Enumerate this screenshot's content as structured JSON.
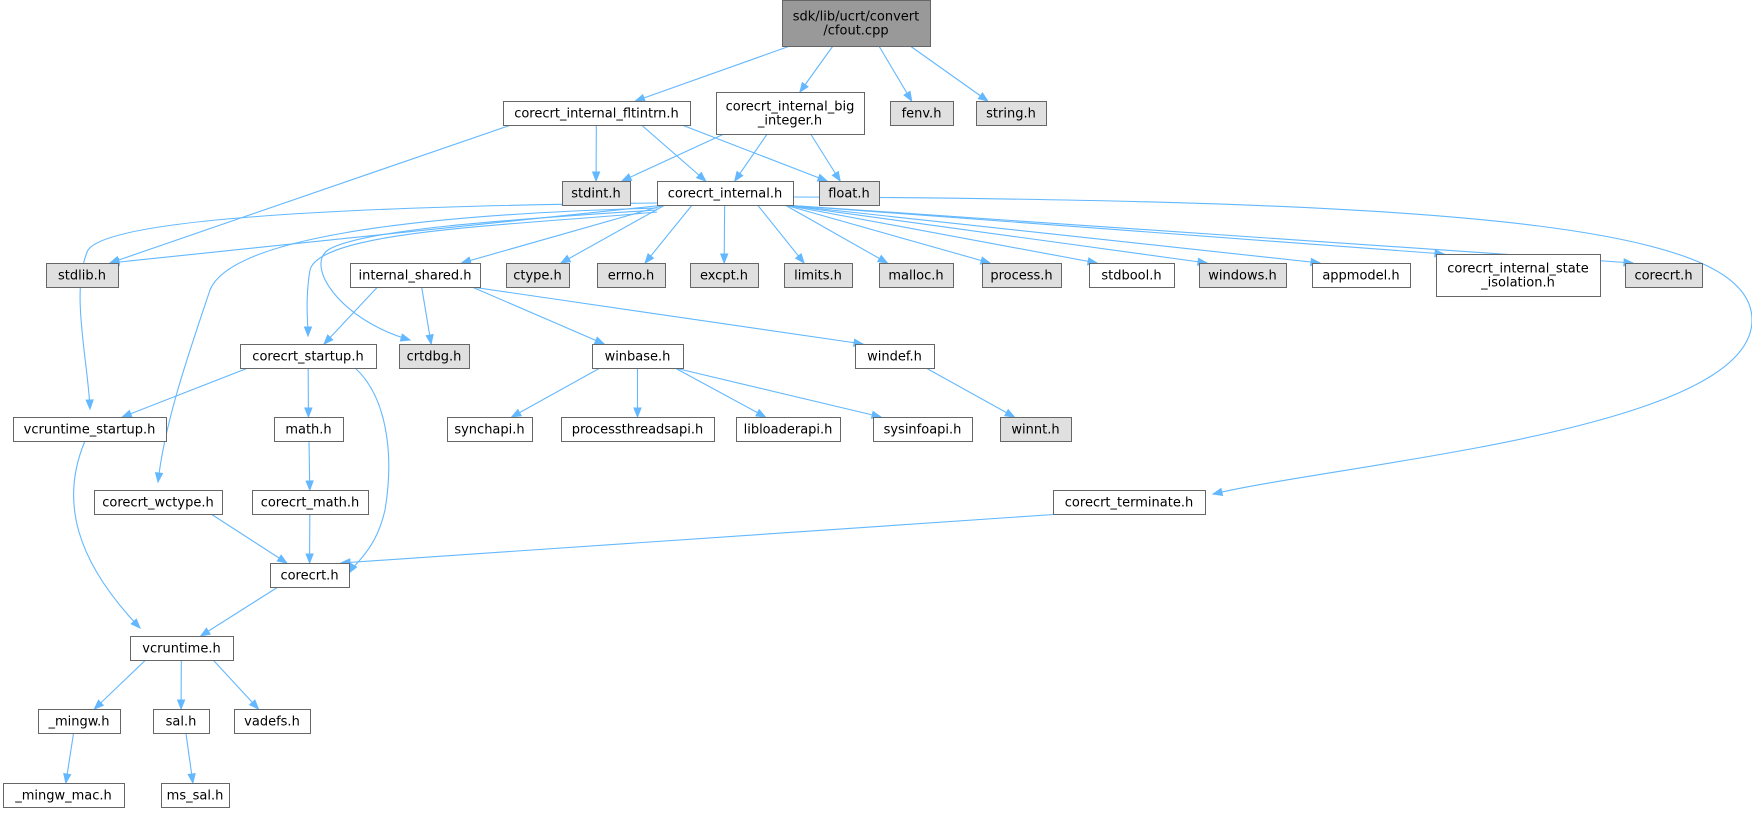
{
  "colors": {
    "root_fill": "#999999",
    "plain_fill": "#ffffff",
    "ext_fill": "#e0e0e0",
    "border": "#666666",
    "edge": "#63b8ff"
  },
  "nodes": [
    {
      "id": "root",
      "lines": [
        "sdk/lib/ucrt/convert",
        "/cfout.cpp"
      ],
      "style": "root"
    },
    {
      "id": "fltintrn",
      "lines": [
        "corecrt_internal_fltintrn.h"
      ],
      "style": "plain"
    },
    {
      "id": "big_integer",
      "lines": [
        "corecrt_internal_big",
        "_integer.h"
      ],
      "style": "plain"
    },
    {
      "id": "fenv",
      "lines": [
        "fenv.h"
      ],
      "style": "ext"
    },
    {
      "id": "string",
      "lines": [
        "string.h"
      ],
      "style": "ext"
    },
    {
      "id": "stdint",
      "lines": [
        "stdint.h"
      ],
      "style": "ext"
    },
    {
      "id": "corecrt_internal",
      "lines": [
        "corecrt_internal.h"
      ],
      "style": "plain"
    },
    {
      "id": "float",
      "lines": [
        "float.h"
      ],
      "style": "ext"
    },
    {
      "id": "stdlib",
      "lines": [
        "stdlib.h"
      ],
      "style": "ext"
    },
    {
      "id": "internal_shared",
      "lines": [
        "internal_shared.h"
      ],
      "style": "plain"
    },
    {
      "id": "ctype",
      "lines": [
        "ctype.h"
      ],
      "style": "ext"
    },
    {
      "id": "errno",
      "lines": [
        "errno.h"
      ],
      "style": "ext"
    },
    {
      "id": "excpt",
      "lines": [
        "excpt.h"
      ],
      "style": "ext"
    },
    {
      "id": "limits",
      "lines": [
        "limits.h"
      ],
      "style": "ext"
    },
    {
      "id": "malloc",
      "lines": [
        "malloc.h"
      ],
      "style": "ext"
    },
    {
      "id": "process",
      "lines": [
        "process.h"
      ],
      "style": "ext"
    },
    {
      "id": "stdbool",
      "lines": [
        "stdbool.h"
      ],
      "style": "plain"
    },
    {
      "id": "windows",
      "lines": [
        "windows.h"
      ],
      "style": "ext"
    },
    {
      "id": "appmodel",
      "lines": [
        "appmodel.h"
      ],
      "style": "plain"
    },
    {
      "id": "state_isolation",
      "lines": [
        "corecrt_internal_state",
        "_isolation.h"
      ],
      "style": "plain"
    },
    {
      "id": "corecrt_ext",
      "lines": [
        "corecrt.h"
      ],
      "style": "ext"
    },
    {
      "id": "corecrt_startup",
      "lines": [
        "corecrt_startup.h"
      ],
      "style": "plain"
    },
    {
      "id": "crtdbg",
      "lines": [
        "crtdbg.h"
      ],
      "style": "ext"
    },
    {
      "id": "winbase",
      "lines": [
        "winbase.h"
      ],
      "style": "plain"
    },
    {
      "id": "windef",
      "lines": [
        "windef.h"
      ],
      "style": "plain"
    },
    {
      "id": "vcruntime_startup",
      "lines": [
        "vcruntime_startup.h"
      ],
      "style": "plain"
    },
    {
      "id": "math",
      "lines": [
        "math.h"
      ],
      "style": "plain"
    },
    {
      "id": "synchapi",
      "lines": [
        "synchapi.h"
      ],
      "style": "plain"
    },
    {
      "id": "processthreadsapi",
      "lines": [
        "processthreadsapi.h"
      ],
      "style": "plain"
    },
    {
      "id": "libloaderapi",
      "lines": [
        "libloaderapi.h"
      ],
      "style": "plain"
    },
    {
      "id": "sysinfoapi",
      "lines": [
        "sysinfoapi.h"
      ],
      "style": "plain"
    },
    {
      "id": "winnt",
      "lines": [
        "winnt.h"
      ],
      "style": "ext"
    },
    {
      "id": "corecrt_wctype",
      "lines": [
        "corecrt_wctype.h"
      ],
      "style": "plain"
    },
    {
      "id": "corecrt_math",
      "lines": [
        "corecrt_math.h"
      ],
      "style": "plain"
    },
    {
      "id": "corecrt_terminate",
      "lines": [
        "corecrt_terminate.h"
      ],
      "style": "plain"
    },
    {
      "id": "corecrt",
      "lines": [
        "corecrt.h"
      ],
      "style": "plain"
    },
    {
      "id": "vcruntime",
      "lines": [
        "vcruntime.h"
      ],
      "style": "plain"
    },
    {
      "id": "mingw",
      "lines": [
        "_mingw.h"
      ],
      "style": "plain"
    },
    {
      "id": "sal",
      "lines": [
        "sal.h"
      ],
      "style": "plain"
    },
    {
      "id": "vadefs",
      "lines": [
        "vadefs.h"
      ],
      "style": "plain"
    },
    {
      "id": "mingw_mac",
      "lines": [
        "_mingw_mac.h"
      ],
      "style": "plain"
    },
    {
      "id": "ms_sal",
      "lines": [
        "ms_sal.h"
      ],
      "style": "plain"
    }
  ],
  "edges": [
    [
      "root",
      "fltintrn"
    ],
    [
      "root",
      "big_integer"
    ],
    [
      "root",
      "fenv"
    ],
    [
      "root",
      "string"
    ],
    [
      "fltintrn",
      "stdint"
    ],
    [
      "fltintrn",
      "corecrt_internal"
    ],
    [
      "fltintrn",
      "float"
    ],
    [
      "fltintrn",
      "stdlib"
    ],
    [
      "big_integer",
      "stdint"
    ],
    [
      "big_integer",
      "corecrt_internal"
    ],
    [
      "big_integer",
      "float"
    ],
    [
      "corecrt_internal",
      "stdlib"
    ],
    [
      "corecrt_internal",
      "internal_shared"
    ],
    [
      "corecrt_internal",
      "ctype"
    ],
    [
      "corecrt_internal",
      "errno"
    ],
    [
      "corecrt_internal",
      "excpt"
    ],
    [
      "corecrt_internal",
      "limits"
    ],
    [
      "corecrt_internal",
      "malloc"
    ],
    [
      "corecrt_internal",
      "process"
    ],
    [
      "corecrt_internal",
      "stdbool"
    ],
    [
      "corecrt_internal",
      "windows"
    ],
    [
      "corecrt_internal",
      "appmodel"
    ],
    [
      "corecrt_internal",
      "state_isolation"
    ],
    [
      "corecrt_internal",
      "corecrt_ext"
    ],
    [
      "corecrt_internal",
      "corecrt_startup"
    ],
    [
      "corecrt_internal",
      "crtdbg"
    ],
    [
      "corecrt_internal",
      "vcruntime_startup"
    ],
    [
      "corecrt_internal",
      "corecrt_wctype"
    ],
    [
      "corecrt_internal",
      "corecrt_terminate"
    ],
    [
      "internal_shared",
      "corecrt_startup"
    ],
    [
      "internal_shared",
      "crtdbg"
    ],
    [
      "internal_shared",
      "winbase"
    ],
    [
      "internal_shared",
      "windef"
    ],
    [
      "corecrt_startup",
      "vcruntime_startup"
    ],
    [
      "corecrt_startup",
      "math"
    ],
    [
      "corecrt_startup",
      "corecrt"
    ],
    [
      "winbase",
      "synchapi"
    ],
    [
      "winbase",
      "processthreadsapi"
    ],
    [
      "winbase",
      "libloaderapi"
    ],
    [
      "winbase",
      "sysinfoapi"
    ],
    [
      "windef",
      "winnt"
    ],
    [
      "vcruntime_startup",
      "vcruntime"
    ],
    [
      "math",
      "corecrt_math"
    ],
    [
      "corecrt_math",
      "corecrt"
    ],
    [
      "corecrt_wctype",
      "corecrt"
    ],
    [
      "corecrt_terminate",
      "corecrt"
    ],
    [
      "corecrt",
      "vcruntime"
    ],
    [
      "vcruntime",
      "mingw"
    ],
    [
      "vcruntime",
      "sal"
    ],
    [
      "vcruntime",
      "vadefs"
    ],
    [
      "mingw",
      "mingw_mac"
    ],
    [
      "sal",
      "ms_sal"
    ]
  ]
}
